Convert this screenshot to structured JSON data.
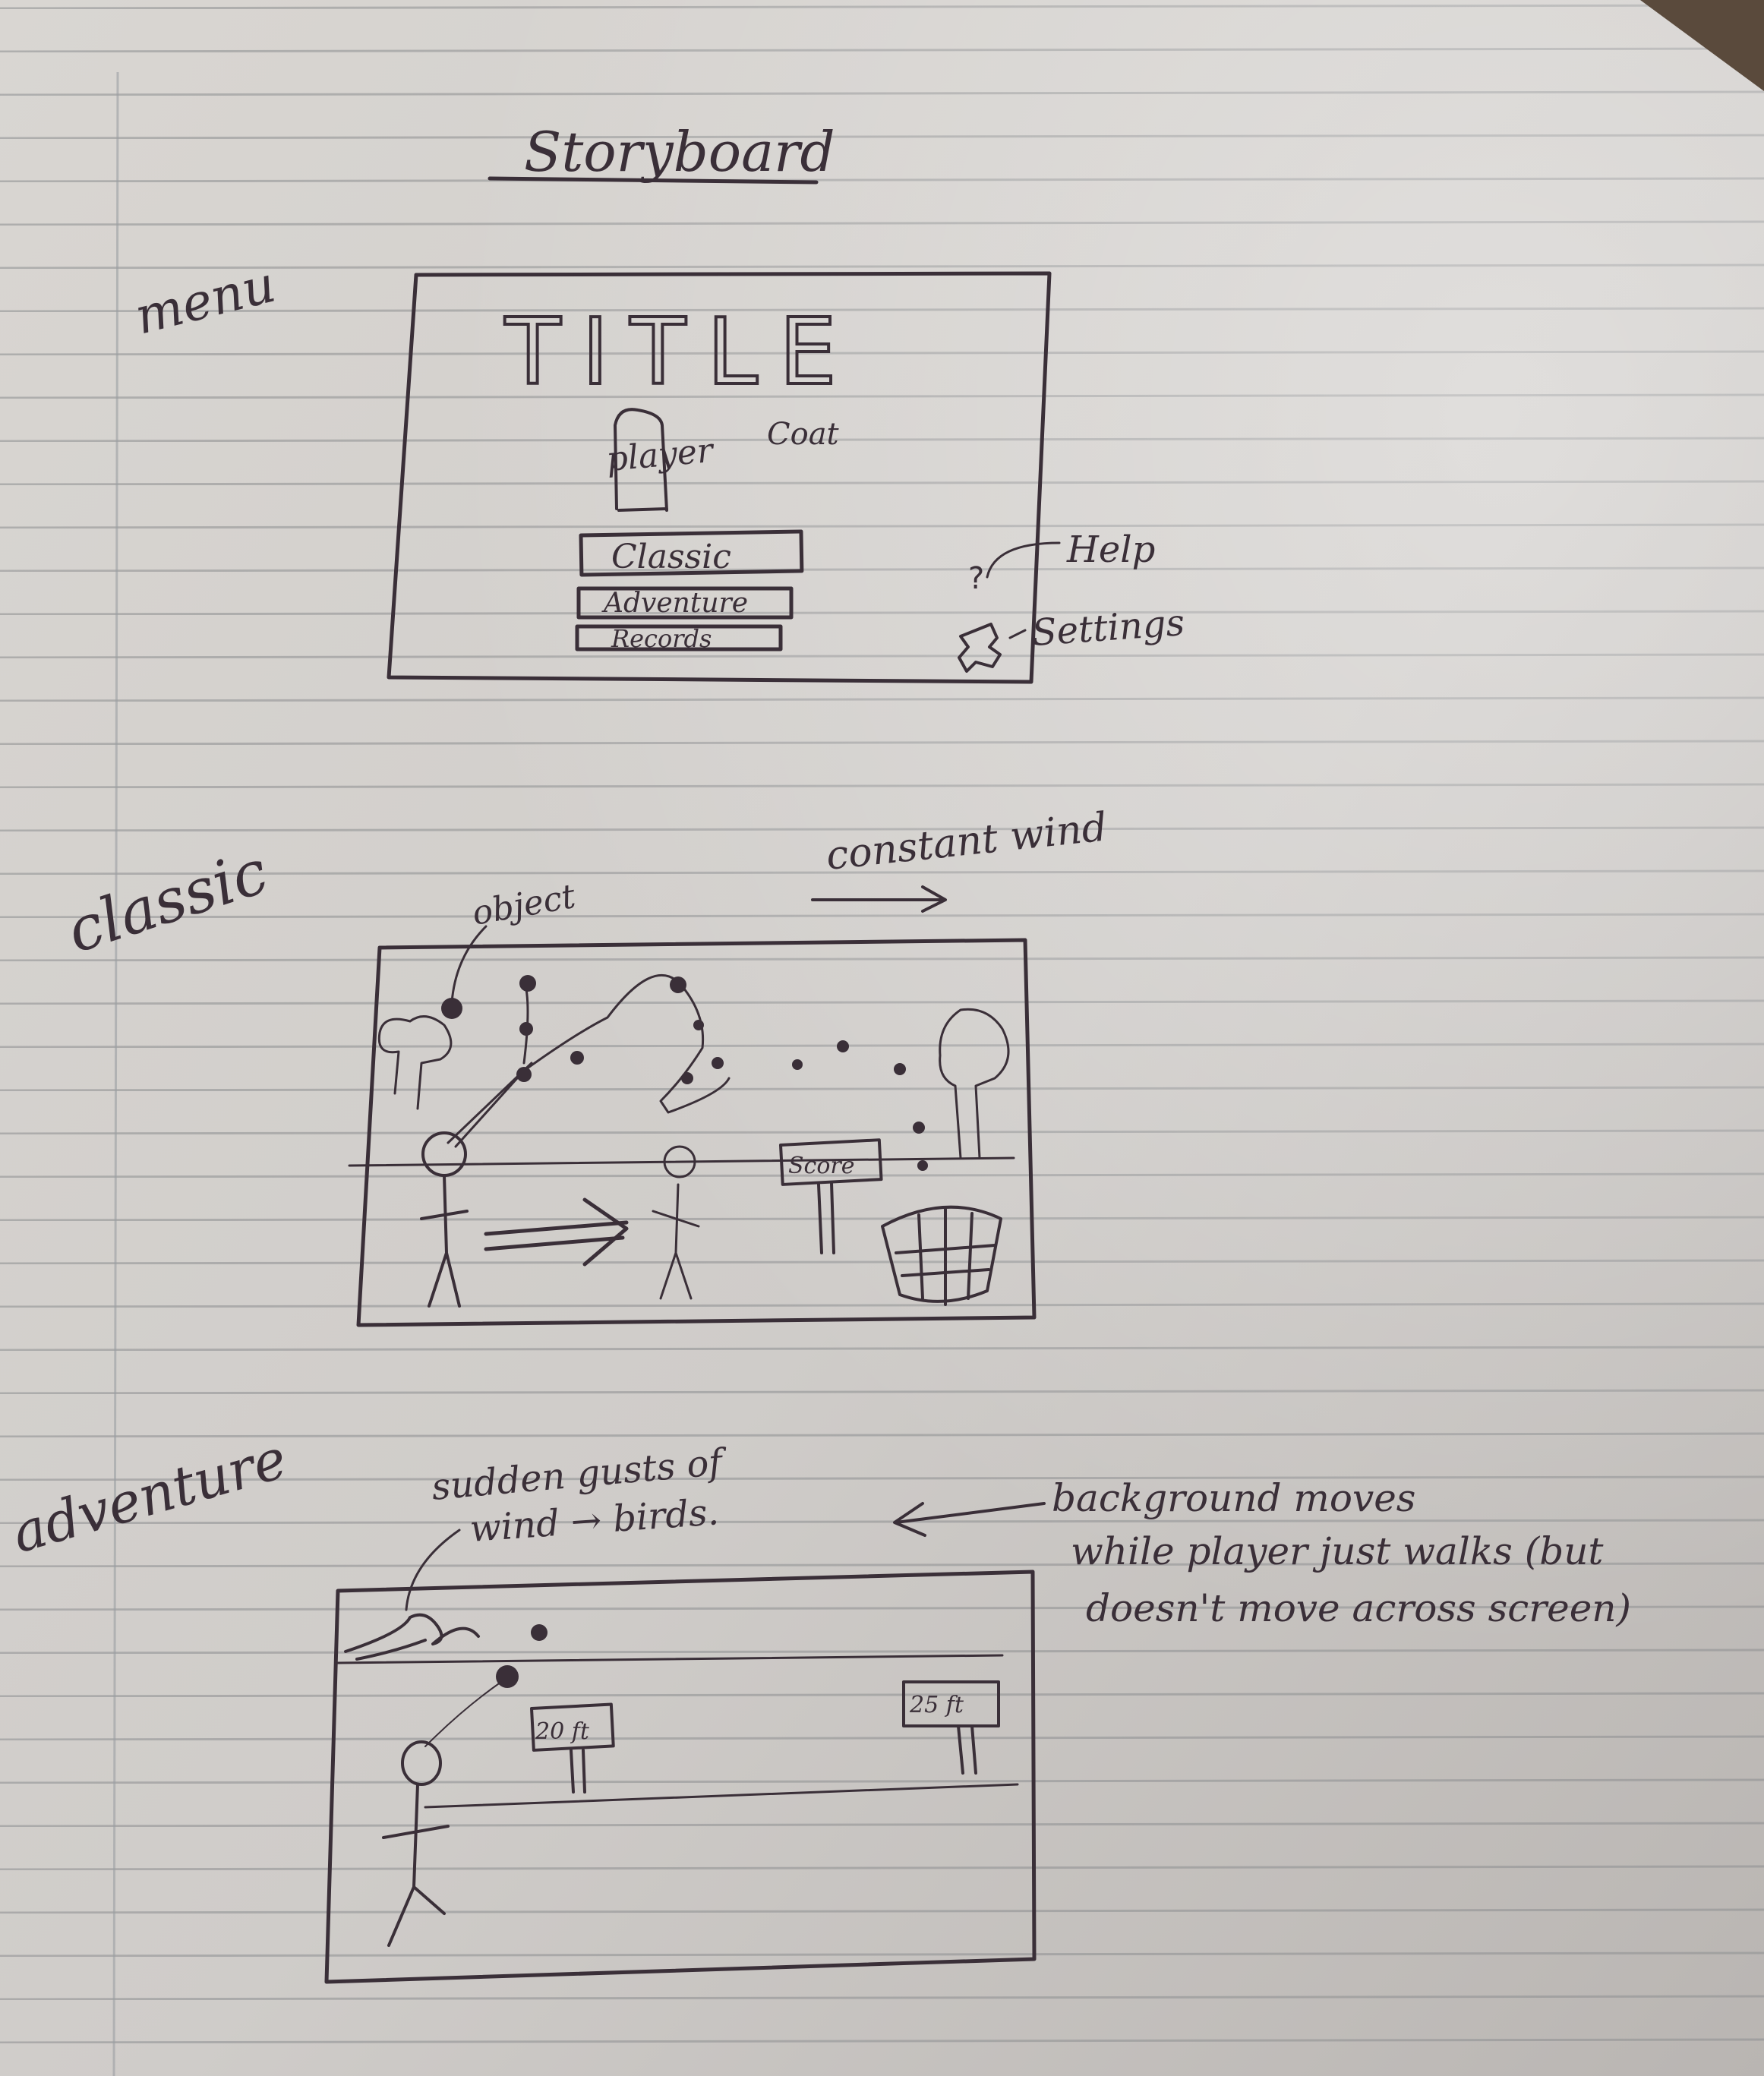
{
  "title": "Storyboard",
  "sections": {
    "menu": {
      "label": "menu",
      "screen_title": "TITLE",
      "player_label": "player",
      "extra_label": "Coat",
      "buttons": [
        "Classic",
        "Adventure",
        "Records"
      ],
      "annotations": {
        "help": "Help",
        "settings": "Settings"
      }
    },
    "classic": {
      "label": "classic",
      "annotations": {
        "object": "object",
        "wind": "constant wind"
      },
      "sign": "Score"
    },
    "adventure": {
      "label": "adventure",
      "annotation_left": [
        "sudden gusts of",
        "wind → birds."
      ],
      "annotation_right": [
        "background moves",
        "while player just walks (but",
        "doesn't move across screen)"
      ],
      "signs": [
        "20 ft",
        "25 ft"
      ]
    }
  }
}
